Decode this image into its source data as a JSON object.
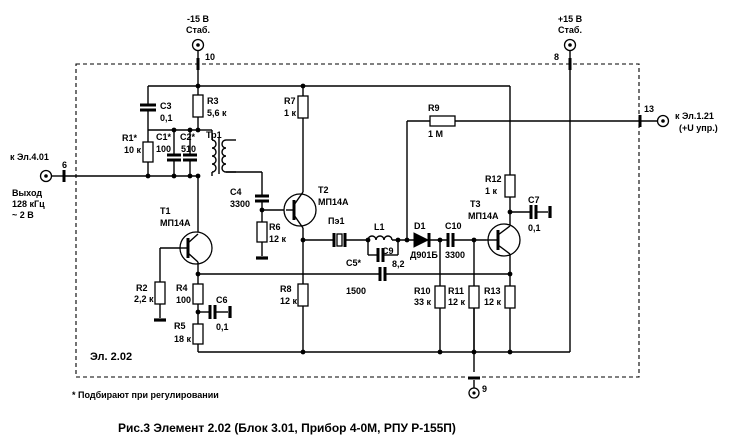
{
  "power": {
    "neg_voltage": "-15 В",
    "neg_stab": "Стаб.",
    "pos_voltage": "+15 В",
    "pos_stab": "Стаб."
  },
  "pins": {
    "p6": "6",
    "p8": "8",
    "p9": "9",
    "p10": "10",
    "p13": "13"
  },
  "connectors": {
    "left_to": "к Эл.4.01",
    "right_to": "к Эл.1.21",
    "right_sub": "(+U упр.)"
  },
  "output_note": {
    "line1": "Выход",
    "line2": "128 кГц",
    "line3": "~ 2 В"
  },
  "components": {
    "R1": {
      "ref": "R1",
      "star": "*",
      "value": "10 к"
    },
    "C1": {
      "ref": "C1",
      "star": "*",
      "value": "100"
    },
    "C2": {
      "ref": "C2",
      "star": "*",
      "value": "510"
    },
    "C3": {
      "ref": "C3",
      "value": "0,1"
    },
    "Tr1": {
      "ref": "Тр1"
    },
    "R3": {
      "ref": "R3",
      "value": "5,6 к"
    },
    "R7": {
      "ref": "R7",
      "value": "1 к"
    },
    "R9": {
      "ref": "R9",
      "value": "1 М"
    },
    "C4": {
      "ref": "C4",
      "value": "3300"
    },
    "R6": {
      "ref": "R6",
      "value": "12 к"
    },
    "T1": {
      "ref": "T1",
      "type": "МП14А"
    },
    "T2": {
      "ref": "T2",
      "type": "МП14А"
    },
    "T3": {
      "ref": "T3",
      "type": "МП14А"
    },
    "PE1": {
      "ref": "Пэ1"
    },
    "L1": {
      "ref": "L1"
    },
    "C9": {
      "ref": "C9",
      "value": "8,2"
    },
    "C5": {
      "ref": "C5",
      "star": "*",
      "value": "1500"
    },
    "D1": {
      "ref": "D1",
      "type": "Д901Б"
    },
    "C10": {
      "ref": "C10",
      "value": "3300"
    },
    "R12": {
      "ref": "R12",
      "value": "1 к"
    },
    "C7": {
      "ref": "C7",
      "value": "0,1"
    },
    "R2": {
      "ref": "R2",
      "value": "2,2 к"
    },
    "R4": {
      "ref": "R4",
      "value": "100"
    },
    "R5": {
      "ref": "R5",
      "value": "18 к"
    },
    "C6": {
      "ref": "C6",
      "value": "0,1"
    },
    "R8": {
      "ref": "R8",
      "value": "12 к"
    },
    "R10": {
      "ref": "R10",
      "value": "33 к"
    },
    "R11": {
      "ref": "R11",
      "value": "12 к"
    },
    "R13": {
      "ref": "R13",
      "value": "12 к"
    }
  },
  "element_label": "Эл. 2.02",
  "footnote": "*  Подбирают при регулировании",
  "caption": "Рис.3  Элемент 2.02 (Блок 3.01, Прибор 4-0М, РПУ Р-155П)"
}
